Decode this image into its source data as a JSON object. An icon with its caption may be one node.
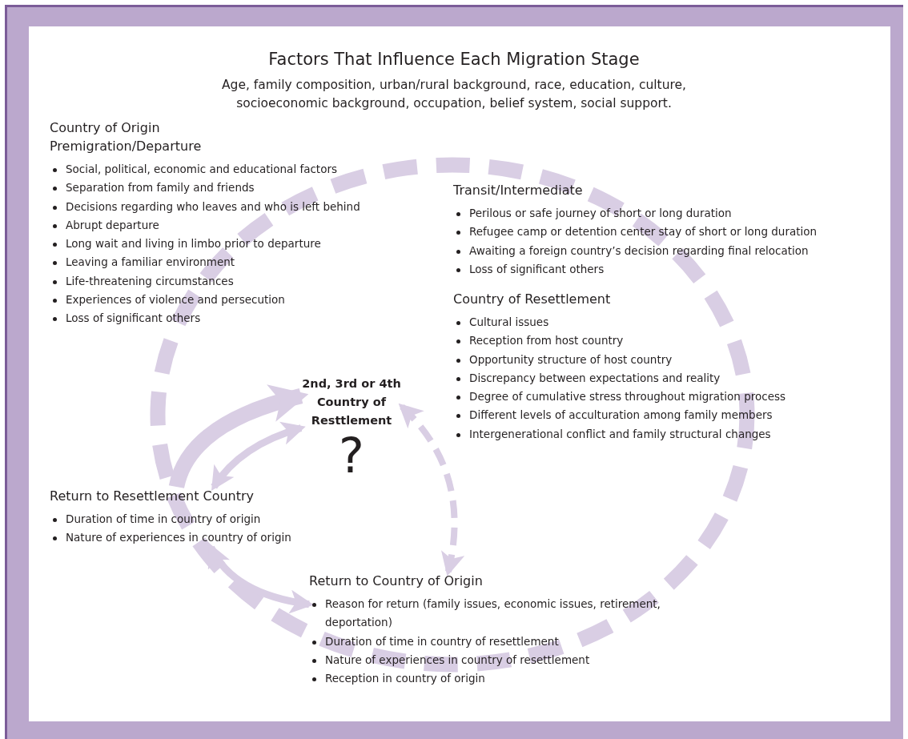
{
  "diagram": {
    "title": "Factors That Influence Each Migration Stage",
    "nodes": [
      {
        "text": [
          "Country of Origin Premigration/Departure",
          "Social, political, economic and educational factors",
          "Separation from family and friends",
          "Decisions regarding who leaves and who is left behind",
          "Abrupt departure",
          "Long wait and living in limbo prior to departure",
          "Leaving a familiar environment",
          "Life-threatening circumstances",
          "Experiences of violence and persecution",
          "Loss of significant others"
        ]
      },
      {
        "text": [
          "Transit/Intermediate",
          "Perilous or safe journey of short or long duration",
          "Refugee camp or detention center stay of short or long duration",
          "Awaiting a foreign country’s decision regarding final relocation",
          "Loss of significant others"
        ]
      },
      {
        "text": [
          "Country of Resettlement",
          "Cultural issues",
          "Reception from host country",
          "Opportunity structure of host country",
          "Discrepancy between expectations and reality",
          "Degree of cumulative stress throughout migration process",
          "Different levels of acculturation among family members",
          "Intergenerational conflict and family structural changes"
        ]
      },
      {
        "text": [
          "Return to Country of Origin",
          "Reason for return (family issues, economic issues, retirement, deportation)",
          "Duration of time in country of resettlement",
          "Nature of experiences in country of resettlement",
          "Reception in country of origin"
        ]
      },
      {
        "text": [
          "Return to Resettlement Country",
          "Duration of time in country of origin",
          "Nature of experiences in country of origin"
        ]
      },
      {
        "text": [
          "2nd, 3rd or 4th Country of Resttlement",
          "?"
        ]
      }
    ],
    "edges": [
      {
        "from": 4,
        "to": 5,
        "arrow": "to",
        "style": "thick"
      },
      {
        "from": 4,
        "to": 5,
        "arrow": "both"
      },
      {
        "from": 5,
        "to": 3,
        "arrow": "both",
        "style": "dashed"
      },
      {
        "from": 4,
        "to": 3,
        "arrow": "both"
      }
    ],
    "labels": [
      "Age, family composition, urban/rural background, race, education, culture, socioeconomic background, occupation, belief system, social support."
    ]
  }
}
